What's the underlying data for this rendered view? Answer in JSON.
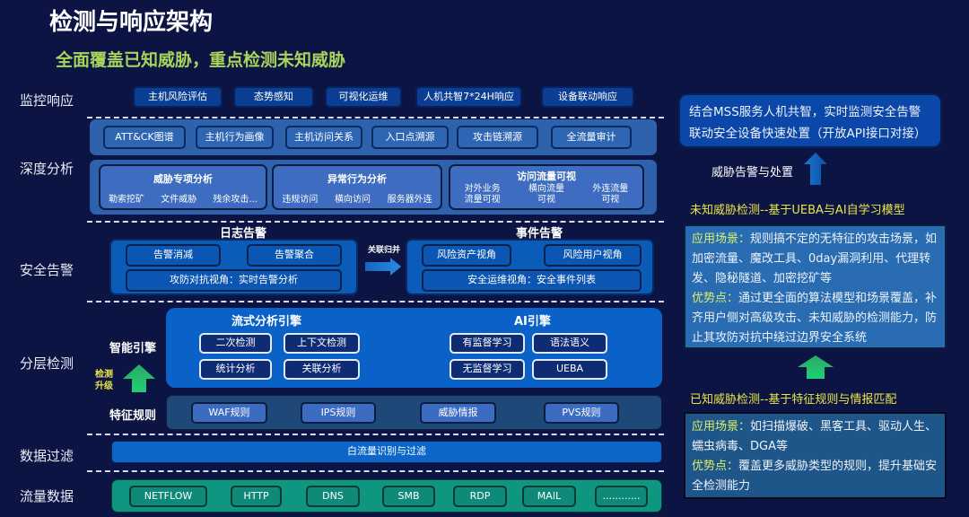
{
  "title": "检测与响应架构",
  "subtitle": "全面覆盖已知威胁，重点检测未知威胁",
  "layers": {
    "monitor": "监控响应",
    "deep": "深度分析",
    "alert": "安全告警",
    "detect": "分层检测",
    "filter": "数据过滤",
    "traffic": "流量数据"
  },
  "monitor_items": [
    "主机风险评估",
    "态势感知",
    "可视化运维",
    "人机共智7*24H响应",
    "设备联动响应"
  ],
  "deep_items": [
    "ATT&CK图谱",
    "主机行为画像",
    "主机访问关系",
    "入口点溯源",
    "攻击链溯源",
    "全流量审计"
  ],
  "deep_groups": [
    {
      "title": "威胁专项分析",
      "items": [
        "勒索挖矿",
        "文件威胁",
        "残余攻击..."
      ]
    },
    {
      "title": "异常行为分析",
      "items": [
        "违规访问",
        "横向访问",
        "服务器外连"
      ]
    },
    {
      "title": "访问流量可视",
      "items": [
        "对外业务\n流量可视",
        "横向流量\n可视",
        "外连流量\n可视"
      ]
    }
  ],
  "log_alert": {
    "title": "日志告警",
    "items": [
      "告警消减",
      "告警聚合"
    ],
    "wide": "攻防对抗视角：实时告警分析"
  },
  "merge_label": "关联归并",
  "event_alert": {
    "title": "事件告警",
    "items": [
      "风险资产视角",
      "风险用户视角"
    ],
    "wide": "安全运维视角：安全事件列表"
  },
  "engine_label": "智能引擎",
  "upgrade_label": "检测升级",
  "stream_engine": {
    "title": "流式分析引擎",
    "items": [
      "二次检测",
      "上下文检测",
      "统计分析",
      "关联分析"
    ]
  },
  "ai_engine": {
    "title": "AI引擎",
    "items": [
      "有监督学习",
      "语法语义",
      "无监督学习",
      "UEBA"
    ]
  },
  "rule_label": "特征规则",
  "rule_items": [
    "WAF规则",
    "IPS规则",
    "威胁情报",
    "PVS规则"
  ],
  "filter_bar": "白流量识别与过滤",
  "traffic_items": [
    "NETFLOW",
    "HTTP",
    "DNS",
    "SMB",
    "RDP",
    "MAIL",
    "............"
  ],
  "right": {
    "response_box": [
      "结合MSS服务人机共智，实时监测安全告警",
      "联动安全设备快速处置（开放API接口对接）"
    ],
    "response_arrow_label": "威胁告警与处置",
    "unknown_heading": "未知威胁检测--基于UEBA与AI自学习模型",
    "unknown": {
      "scene_label": "应用场景：",
      "scene": "规则搞不定的无特征的攻击场景，如加密流量、魔改工具、0day漏洞利用、代理转发、隐秘隧道、加密挖矿等",
      "adv_label": "优势点：",
      "adv": "通过更全面的算法模型和场景覆盖，补齐用户侧对高级攻击、未知威胁的检测能力，防止其攻防对抗中绕过边界安全系统"
    },
    "known_heading": "已知威胁检测--基于特征规则与情报匹配",
    "known": {
      "scene_label": "应用场景：",
      "scene": "如扫描爆破、黑客工具、驱动人生、蠕虫病毒、DGA等",
      "adv_label": "优势点：",
      "adv": "覆盖更多威胁类型的规则，提升基础安全检测能力"
    }
  },
  "colors": {
    "background": "#0b1442",
    "subtitle": "#a8d45c",
    "heading": "#e9e64a",
    "traffic": "#0f8a78"
  }
}
